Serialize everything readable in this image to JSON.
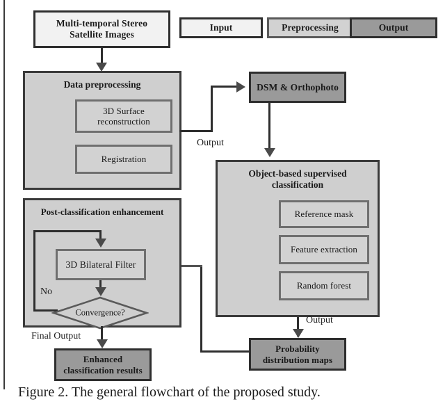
{
  "figure": {
    "caption": "Figure 2. The general flowchart of the proposed study.",
    "colors": {
      "input_fill": "#f2f2f2",
      "preprocessing_fill": "#d2d2d2",
      "output_fill": "#9a9a9a",
      "group_fill": "#cfcfcf",
      "border": "#2e2e2e",
      "background": "#ffffff"
    }
  },
  "legend": {
    "items": [
      {
        "label": "Input",
        "style": "input"
      },
      {
        "label": "Preprocessing",
        "style": "preprocessing"
      },
      {
        "label": "Output",
        "style": "output"
      }
    ]
  },
  "nodes": {
    "source": {
      "line1": "Multi-temporal Stereo",
      "line2": "Satellite Images"
    },
    "data_preprocessing": {
      "title": "Data preprocessing",
      "steps": [
        {
          "line1": "3D Surface",
          "line2": "reconstruction"
        },
        {
          "line1": "Registration",
          "line2": ""
        }
      ]
    },
    "dsm_orthophoto": {
      "label": "DSM & Orthophoto"
    },
    "object_classification": {
      "title_line1": "Object-based supervised",
      "title_line2": "classification",
      "steps": [
        {
          "label": "Reference mask"
        },
        {
          "label": "Feature extraction"
        },
        {
          "label": "Random forest"
        }
      ]
    },
    "probability_maps": {
      "line1": "Probability",
      "line2": "distribution maps"
    },
    "post_classification": {
      "title": "Post-classification enhancement",
      "filter": {
        "label": "3D Bilateral Filter"
      },
      "decision": {
        "label": "Convergence?"
      },
      "loop_label": "No"
    },
    "enhanced_results": {
      "line1": "Enhanced",
      "line2": "classification results"
    }
  },
  "edge_labels": {
    "preprocessing_output": "Output",
    "classification_output": "Output",
    "final_output": "Final Output"
  }
}
